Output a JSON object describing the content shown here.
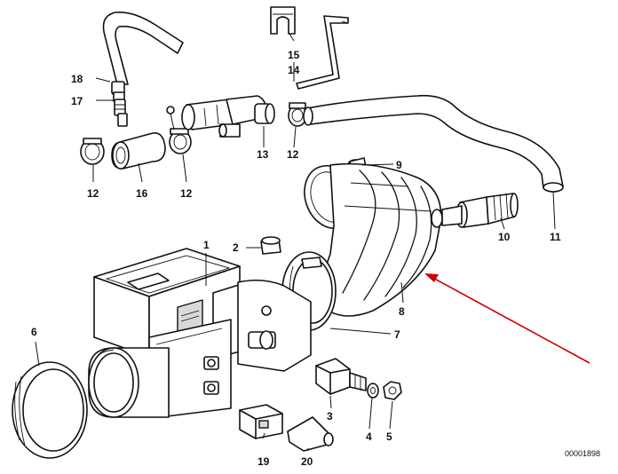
{
  "callouts": {
    "c1": "1",
    "c2": "2",
    "c3": "3",
    "c4": "4",
    "c5": "5",
    "c6": "6",
    "c7": "7",
    "c8": "8",
    "c9": "9",
    "c10": "10",
    "c11": "11",
    "c12a": "12",
    "c12b": "12",
    "c12c": "12",
    "c13": "13",
    "c14": "14",
    "c15": "15",
    "c16": "16",
    "c17": "17",
    "c18": "18",
    "c19": "19",
    "c20": "20"
  },
  "diagram_code": "00001898",
  "colors": {
    "line": "#111111",
    "arrow": "#cc0000",
    "background": "#ffffff"
  },
  "arrow": {
    "target": "8",
    "color": "#cc0000"
  }
}
